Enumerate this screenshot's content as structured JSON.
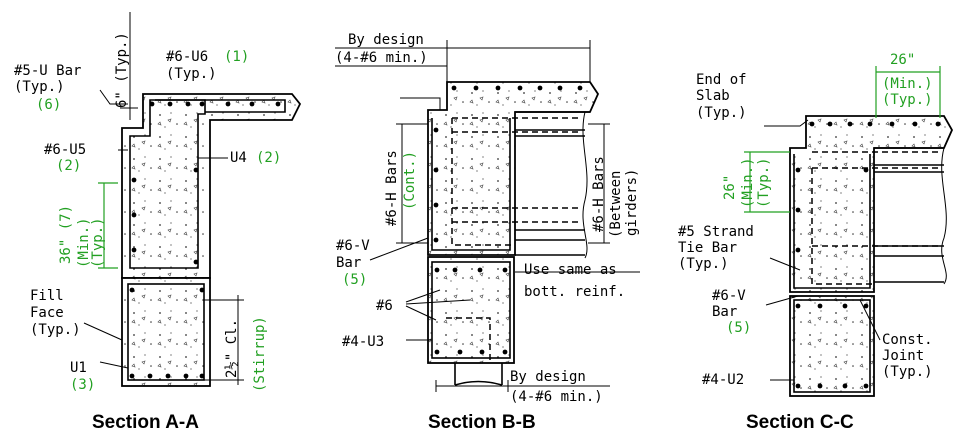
{
  "sections": [
    {
      "caption": "Section A-A",
      "labels": {
        "u_bar": "#5-U Bar",
        "u_bar_typ": "(Typ.)",
        "u_bar_qty": "(6)",
        "typ_6": "6\" (Typ.)",
        "u6": "#6-U6",
        "u6_qty": "(1)",
        "u6_typ": "(Typ.)",
        "u5": "#6-U5",
        "u5_qty": "(2)",
        "u4": "U4",
        "u4_qty": "(2)",
        "dim_36": "36\" (7)",
        "dim_36_min": "(Min.)",
        "dim_36_typ": "(Typ.)",
        "fill": "Fill",
        "face": "Face",
        "fill_typ": "(Typ.)",
        "u1": "U1",
        "u1_qty": "(3)",
        "cl": "2½\" Cl.",
        "stirrup": "(Stirrup)"
      }
    },
    {
      "caption": "Section B-B",
      "labels": {
        "by_design_top": "By design",
        "by_design_top_sub": "(4-#6 min.)",
        "h_bars_left": "#6-H Bars",
        "h_bars_left_sub": "(Cont.)",
        "h_bars_right": "#6-H Bars",
        "h_bars_right_sub1": "(Between",
        "h_bars_right_sub2": "girders)",
        "v_bar1": "#6-V",
        "v_bar2": "Bar",
        "v_bar_qty": "(5)",
        "same1": "Use same as",
        "same2": "bott. reinf.",
        "six": "#6",
        "u3": "#4-U3",
        "by_design_bot": "By design",
        "by_design_bot_sub": "(4-#6 min.)"
      }
    },
    {
      "caption": "Section C-C",
      "labels": {
        "end1": "End of",
        "end2": "Slab",
        "end3": "(Typ.)",
        "top_26": "26\"",
        "top_min": "(Min.)",
        "top_typ": "(Typ.)",
        "side_26": "26\"",
        "side_min": "(Min.)",
        "side_typ": "(Typ.)",
        "strand1": "#5 Strand",
        "strand2": "Tie Bar",
        "strand3": "(Typ.)",
        "v_bar1": "#6-V",
        "v_bar2": "Bar",
        "v_bar_qty": "(5)",
        "joint1": "Const.",
        "joint2": "Joint",
        "joint3": "(Typ.)",
        "u2": "#4-U2"
      }
    }
  ],
  "colors": {
    "ink": "#000000",
    "note_green": "#22a022"
  }
}
